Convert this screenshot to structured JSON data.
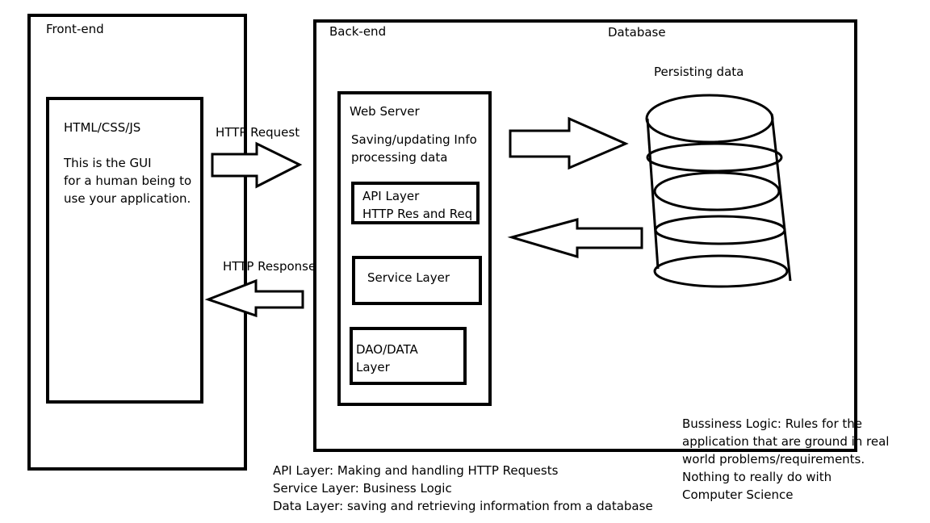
{
  "frontend": {
    "title": "Front-end",
    "tech": "HTML/CSS/JS",
    "desc_lines": [
      "This is the GUI",
      "for a human being to",
      "use your application."
    ]
  },
  "backend": {
    "title": "Back-end",
    "database_label": "Database",
    "persisting_label": "Persisting data"
  },
  "webserver": {
    "title": "Web Server",
    "lines": [
      "Saving/updating Info",
      "processing data"
    ]
  },
  "api_layer": {
    "lines": [
      "API Layer",
      "HTTP Res and Req"
    ]
  },
  "service_layer": {
    "label": "Service Layer"
  },
  "dao_layer": {
    "lines": [
      "DAO/DATA",
      "Layer"
    ]
  },
  "arrows": {
    "request": "HTTP Request",
    "response": "HTTP Response"
  },
  "notes": {
    "layers": [
      "API Layer: Making and handling HTTP Requests",
      "Service Layer: Business Logic",
      "Data Layer: saving and retrieving information from a database"
    ],
    "business": [
      "Bussiness Logic: Rules for the",
      "application that are ground in real",
      "world problems/requirements.",
      "Nothing to really do with",
      "Computer Science"
    ]
  }
}
